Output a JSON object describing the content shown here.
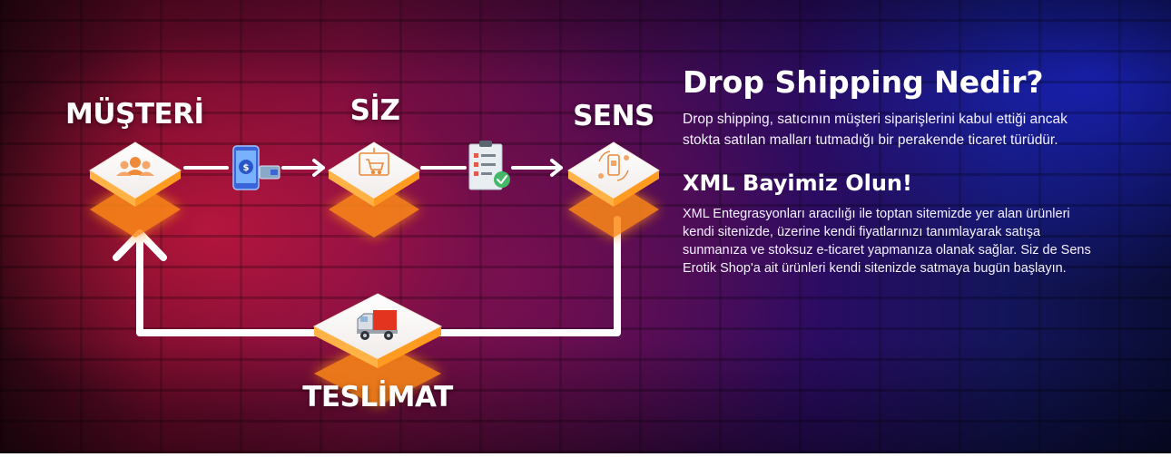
{
  "flow": {
    "nodes": [
      {
        "label": "MÜŞTERİ",
        "icon": "customer-group-icon"
      },
      {
        "label": "SİZ",
        "icon": "shopping-cart-icon"
      },
      {
        "label": "SENS",
        "icon": "mobile-order-icon"
      },
      {
        "label": "TESLİMAT",
        "icon": "delivery-truck-icon"
      }
    ],
    "connectors": [
      "mobile-payment-icon",
      "checklist-icon"
    ],
    "colors": {
      "tile": "#ffffff",
      "glow": "#ff9a1a",
      "icon_accent": "#f08a2c",
      "arrow": "#ffffff"
    }
  },
  "content": {
    "title": "Drop Shipping Nedir?",
    "description": "Drop shipping, satıcının müşteri siparişlerini kabul ettiği ancak stokta satılan malları tutmadığı bir perakende ticaret türüdür.",
    "subtitle": "XML Bayimiz Olun!",
    "body": "XML Entegrasyonları aracılığı ile toptan sitemizde yer alan ürünleri kendi sitenizde, üzerine kendi fiyatlarınızı tanımlayarak satışa sunmanıza ve stoksuz e-ticaret yapmanıza olanak sağlar. Siz de Sens Erotik Shop'a ait ürünleri kendi sitenizde satmaya bugün başlayın."
  },
  "colors": {
    "bg_left": "#6e0b2c",
    "bg_right": "#13155a",
    "text": "#ffffff"
  }
}
